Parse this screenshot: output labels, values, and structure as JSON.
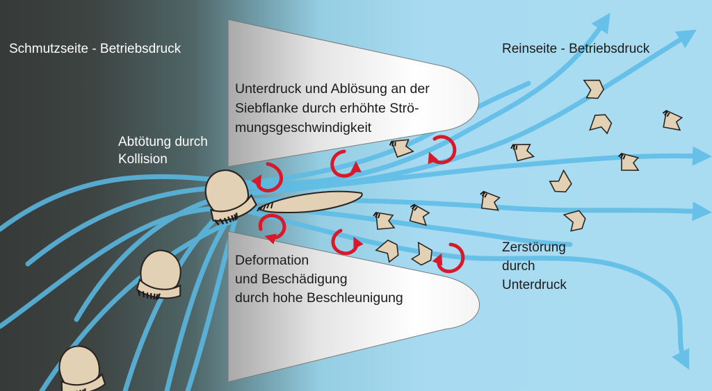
{
  "labels": {
    "dirty_side": "Schmutzseite - Betriebsdruck",
    "clean_side": "Reinseite - Betriebsdruck",
    "collision": [
      "Abtötung durch",
      "Kollision"
    ],
    "upper_flank": [
      "Unterdruck und Ablösung an der",
      "Siebflanke durch erhöhte Strö-",
      "mungsgeschwindigkeit"
    ],
    "lower_flank": [
      "Deformation",
      "und Beschädigung",
      "durch hohe Beschleunigung"
    ],
    "destruction": [
      "Zerstörung",
      "durch",
      "Unterdruck"
    ]
  },
  "colors": {
    "dirty_bg": "#3b4040",
    "clean_bg": "#a9dcf1",
    "flow": "#5bbce6",
    "vortex": "#d7192a",
    "organism": "#e3d1b6",
    "outline": "#2a2420"
  },
  "icons": [
    "flow-arrow-icon",
    "vortex-arrow-icon",
    "organism-icon",
    "fragment-icon"
  ]
}
